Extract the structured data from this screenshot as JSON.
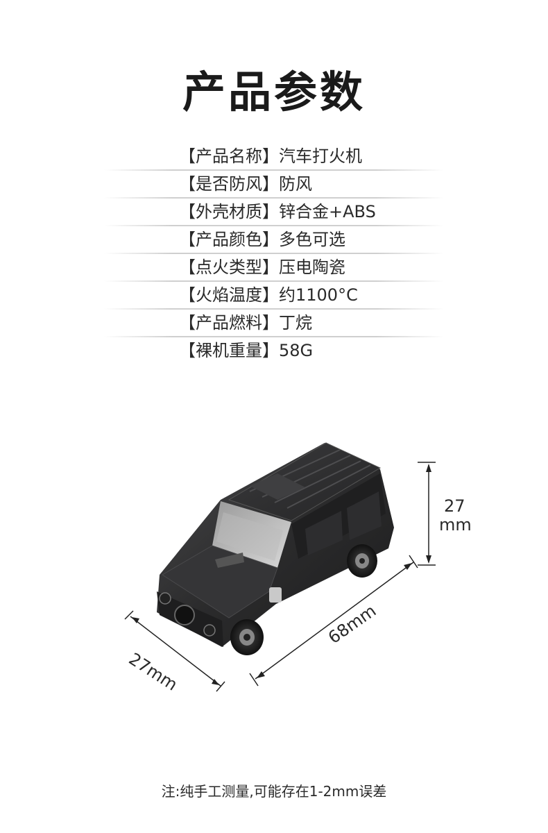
{
  "title": "产品参数",
  "specs": [
    {
      "text": "【产品名称】汽车打火机"
    },
    {
      "text": "【是否防风】防风"
    },
    {
      "text": "【外壳材质】锌合金+ABS"
    },
    {
      "text": "【产品颜色】多色可选"
    },
    {
      "text": "【点火类型】压电陶瓷"
    },
    {
      "text": "【火焰温度】约1100°C"
    },
    {
      "text": "【产品燃料】丁烷"
    },
    {
      "text": "【裸机重量】58G"
    }
  ],
  "dimensions": {
    "height_value": "27",
    "height_unit": "mm",
    "length": "68mm",
    "width": "27mm"
  },
  "footnote": "注:纯手工测量,可能存在1-2mm误差",
  "colors": {
    "title": "#1a1a1a",
    "text": "#2a2a2a",
    "car_body": "#2b2b2c",
    "car_highlight": "#8a8a8a",
    "divider": "#cfcfcf"
  }
}
